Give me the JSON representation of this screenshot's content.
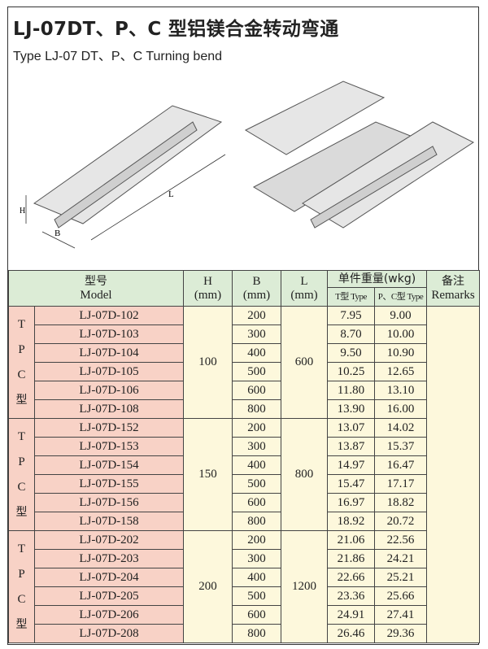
{
  "title": "LJ-07DT、P、C 型铝镁合金转动弯通",
  "subtitle": "Type LJ-07 DT、P、C Turning bend",
  "diagram_labels": {
    "h": "H",
    "b": "B",
    "l": "L"
  },
  "header": {
    "model_zh": "型号",
    "model_en": "Model",
    "h": "H",
    "b": "B",
    "l": "L",
    "unit": "(mm)",
    "weight": "单件重量(wkg)",
    "t_type": "T型 Type",
    "pc_type": "P、C型 Type",
    "remarks_zh": "备注",
    "remarks_en": "Remarks"
  },
  "groups": [
    {
      "label": [
        "T",
        "P",
        "C",
        "型"
      ],
      "h": "100",
      "l": "600",
      "rows": [
        [
          "LJ-07D-102",
          "200",
          "7.95",
          "9.00"
        ],
        [
          "LJ-07D-103",
          "300",
          "8.70",
          "10.00"
        ],
        [
          "LJ-07D-104",
          "400",
          "9.50",
          "10.90"
        ],
        [
          "LJ-07D-105",
          "500",
          "10.25",
          "12.65"
        ],
        [
          "LJ-07D-106",
          "600",
          "11.80",
          "13.10"
        ],
        [
          "LJ-07D-108",
          "800",
          "13.90",
          "16.00"
        ]
      ]
    },
    {
      "label": [
        "T",
        "P",
        "C",
        "型"
      ],
      "h": "150",
      "l": "800",
      "rows": [
        [
          "LJ-07D-152",
          "200",
          "13.07",
          "14.02"
        ],
        [
          "LJ-07D-153",
          "300",
          "13.87",
          "15.37"
        ],
        [
          "LJ-07D-154",
          "400",
          "14.97",
          "16.47"
        ],
        [
          "LJ-07D-155",
          "500",
          "15.47",
          "17.17"
        ],
        [
          "LJ-07D-156",
          "600",
          "16.97",
          "18.82"
        ],
        [
          "LJ-07D-158",
          "800",
          "18.92",
          "20.72"
        ]
      ]
    },
    {
      "label": [
        "T",
        "P",
        "C",
        "型"
      ],
      "h": "200",
      "l": "1200",
      "rows": [
        [
          "LJ-07D-202",
          "200",
          "21.06",
          "22.56"
        ],
        [
          "LJ-07D-203",
          "300",
          "21.86",
          "24.21"
        ],
        [
          "LJ-07D-204",
          "400",
          "22.66",
          "25.21"
        ],
        [
          "LJ-07D-205",
          "500",
          "23.36",
          "25.66"
        ],
        [
          "LJ-07D-206",
          "600",
          "24.91",
          "27.41"
        ],
        [
          "LJ-07D-208",
          "800",
          "26.46",
          "29.36"
        ]
      ]
    }
  ]
}
